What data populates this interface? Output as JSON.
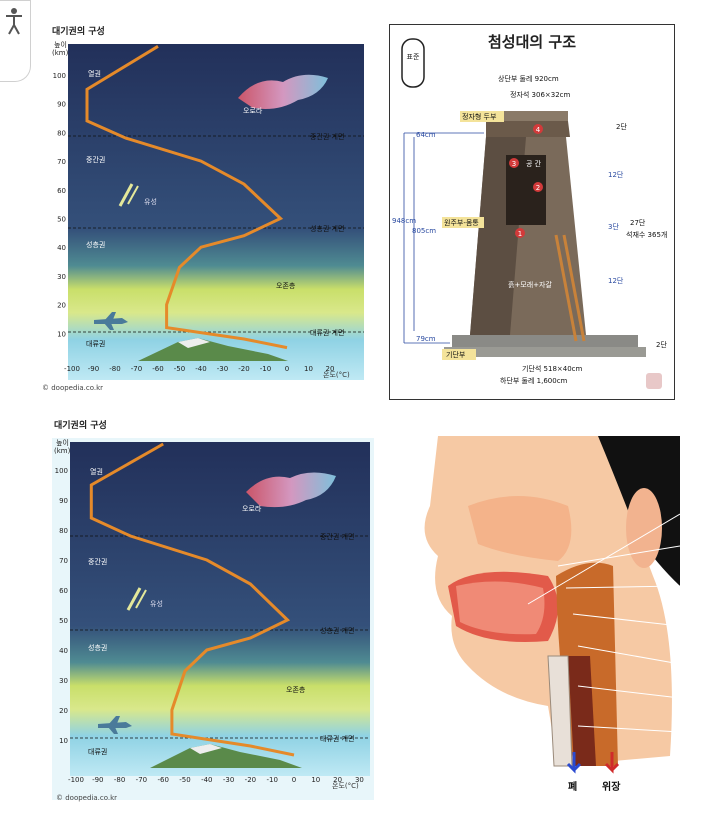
{
  "accessibility_icon": "accessibility-person-icon",
  "atmosphere": {
    "title": "대기권의 구성",
    "y_axis_label": [
      "높이",
      "(km)"
    ],
    "y_ticks": [
      "100",
      "90",
      "80",
      "70",
      "60",
      "50",
      "40",
      "30",
      "20",
      "10"
    ],
    "x_ticks": [
      "-100",
      "-90",
      "-80",
      "-70",
      "-60",
      "-50",
      "-40",
      "-30",
      "-20",
      "-10",
      "0",
      "10",
      "20"
    ],
    "x_ticks_lower": [
      "-100",
      "-90",
      "-80",
      "-70",
      "-60",
      "-50",
      "-40",
      "-30",
      "-20",
      "-10",
      "0",
      "10",
      "20",
      "30"
    ],
    "x_axis_label": "온도(°C)",
    "layers": {
      "thermo": "열권",
      "meso": "중간권",
      "strato": "성층권",
      "tropo": "대류권"
    },
    "boundaries": {
      "mesopause": "중간권 계면",
      "stratopause": "성층권 계면",
      "tropopause": "대류권 계면"
    },
    "ozone": "오존층",
    "aurora": "오로라",
    "meteor": "유성",
    "credit": "doopedia.co.kr",
    "profile_points": [
      [
        0,
        5
      ],
      [
        -20,
        8
      ],
      [
        -56,
        12
      ],
      [
        -56,
        20
      ],
      [
        -50,
        33
      ],
      [
        -40,
        40
      ],
      [
        -20,
        44
      ],
      [
        -3,
        50
      ],
      [
        -20,
        62
      ],
      [
        -40,
        70
      ],
      [
        -75,
        78
      ],
      [
        -93,
        84
      ],
      [
        -93,
        95
      ],
      [
        -60,
        110
      ]
    ]
  },
  "cheomseongdae": {
    "title": "첨성대의 구조",
    "seal": "표준",
    "labels": {
      "top_circ": "상단부 둘레 920cm",
      "jeongja": "정자석 306×32cm",
      "jeongja_top": "정자형 두부",
      "cylinder": "원주부-몸통",
      "inside": "흙+모래+자갈",
      "space": "공 간",
      "base": "기단부",
      "base_stone": "기단석 518×40cm",
      "bottom_circ": "하단부 둘레 1,600cm",
      "h_total": "948cm",
      "h_body": "805cm",
      "h_top": "64cm",
      "h_base": "79cm",
      "dan2_top": "2단",
      "dan12_a": "12단",
      "dan3": "3단",
      "dan27": "27단",
      "stones": "석재수 365개",
      "dan12_b": "12단",
      "dan2_base": "2단",
      "n1": "1",
      "n2": "2",
      "n3": "3",
      "n4": "4"
    }
  },
  "anatomy": {
    "lung": "폐",
    "stomach": "위장"
  }
}
